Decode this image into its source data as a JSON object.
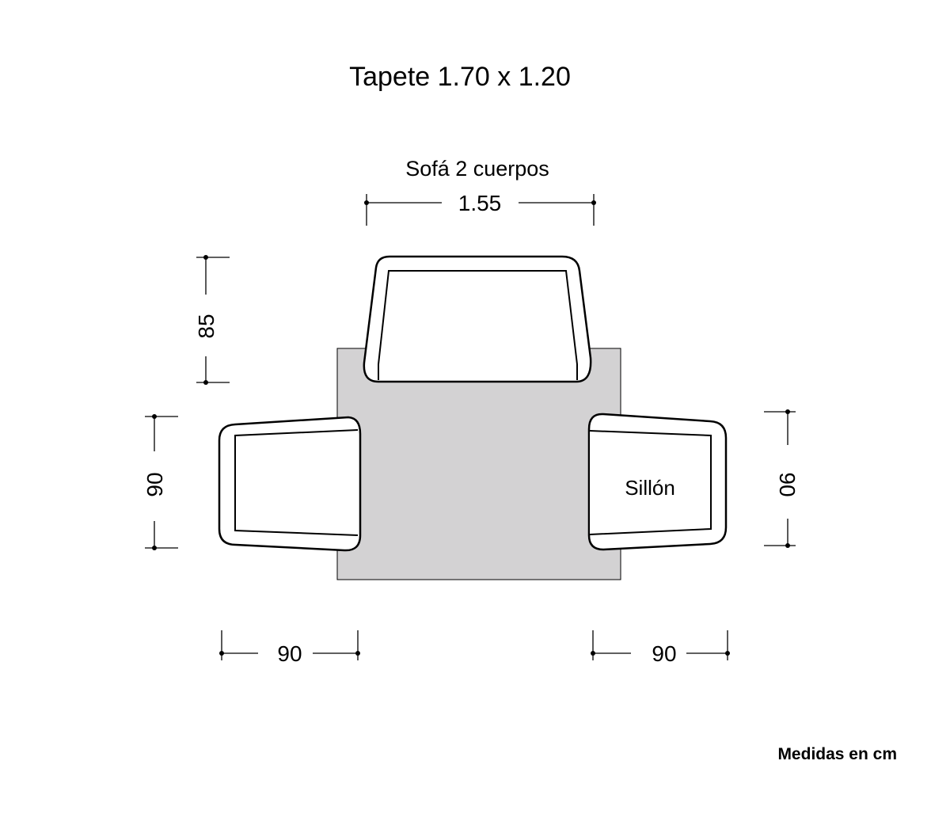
{
  "title": "Tapete 1.70 x 1.20",
  "sofa_label": "Sofá 2 cuerpos",
  "armchair_label": "Sillón",
  "dimensions": {
    "sofa_width": "1.55",
    "sofa_depth": "85",
    "left_chair_depth": "90",
    "right_chair_depth": "90",
    "left_chair_width": "90",
    "right_chair_width": "90"
  },
  "units_note": "Medidas en cm",
  "colors": {
    "rug": "#d3d2d3",
    "line": "#000000"
  }
}
